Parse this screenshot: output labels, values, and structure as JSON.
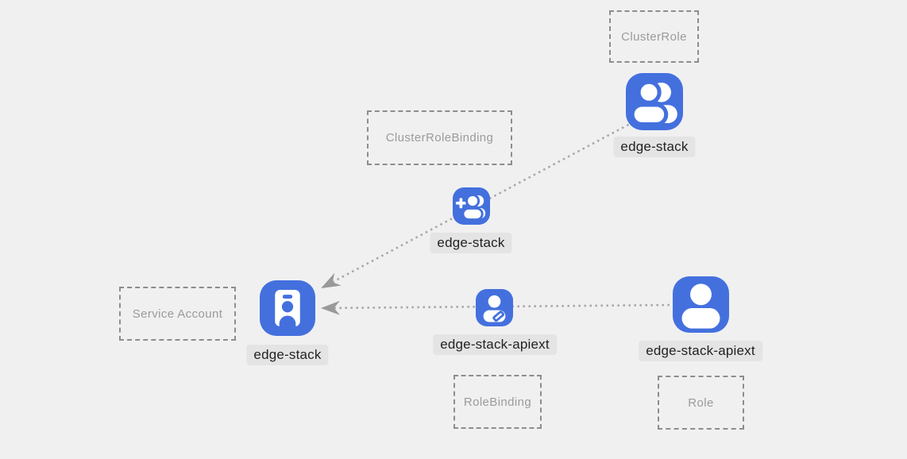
{
  "diagram": {
    "kind": "kubernetes-rbac-diagram"
  },
  "colors": {
    "canvas_bg": "#f0f0f1",
    "icon_blue": "#4470de",
    "dashed_border": "#8d8d8d",
    "box_label": "#9b9b9b",
    "pill_bg": "#e4e4e4",
    "pill_text": "#222222",
    "line": "#a9a9a9",
    "arrow": "#999999"
  },
  "boxes": [
    {
      "id": "cluster-role",
      "label": "ClusterRole"
    },
    {
      "id": "cluster-role-binding",
      "label": "ClusterRoleBinding"
    },
    {
      "id": "service-account",
      "label": "Service Account"
    },
    {
      "id": "role-binding",
      "label": "RoleBinding"
    },
    {
      "id": "role",
      "label": "Role"
    }
  ],
  "nodes": [
    {
      "id": "clusterrole-node",
      "label": "edge-stack",
      "icon": "group-icon"
    },
    {
      "id": "clusterrolebinding-node",
      "label": "edge-stack",
      "icon": "group-add-icon"
    },
    {
      "id": "serviceaccount-node",
      "label": "edge-stack",
      "icon": "badge-icon"
    },
    {
      "id": "rolebinding-node",
      "label": "edge-stack-apiext",
      "icon": "person-edit-icon"
    },
    {
      "id": "role-node",
      "label": "edge-stack-apiext",
      "icon": "person-icon"
    }
  ],
  "edges": [
    {
      "id": "clusterrole-to-serviceaccount",
      "from": "clusterrole-node",
      "through": "clusterrolebinding-node",
      "to": "serviceaccount-node",
      "style": "dotted-arrow"
    },
    {
      "id": "role-to-serviceaccount",
      "from": "role-node",
      "through": "rolebinding-node",
      "to": "serviceaccount-node",
      "style": "dotted-arrow"
    }
  ]
}
